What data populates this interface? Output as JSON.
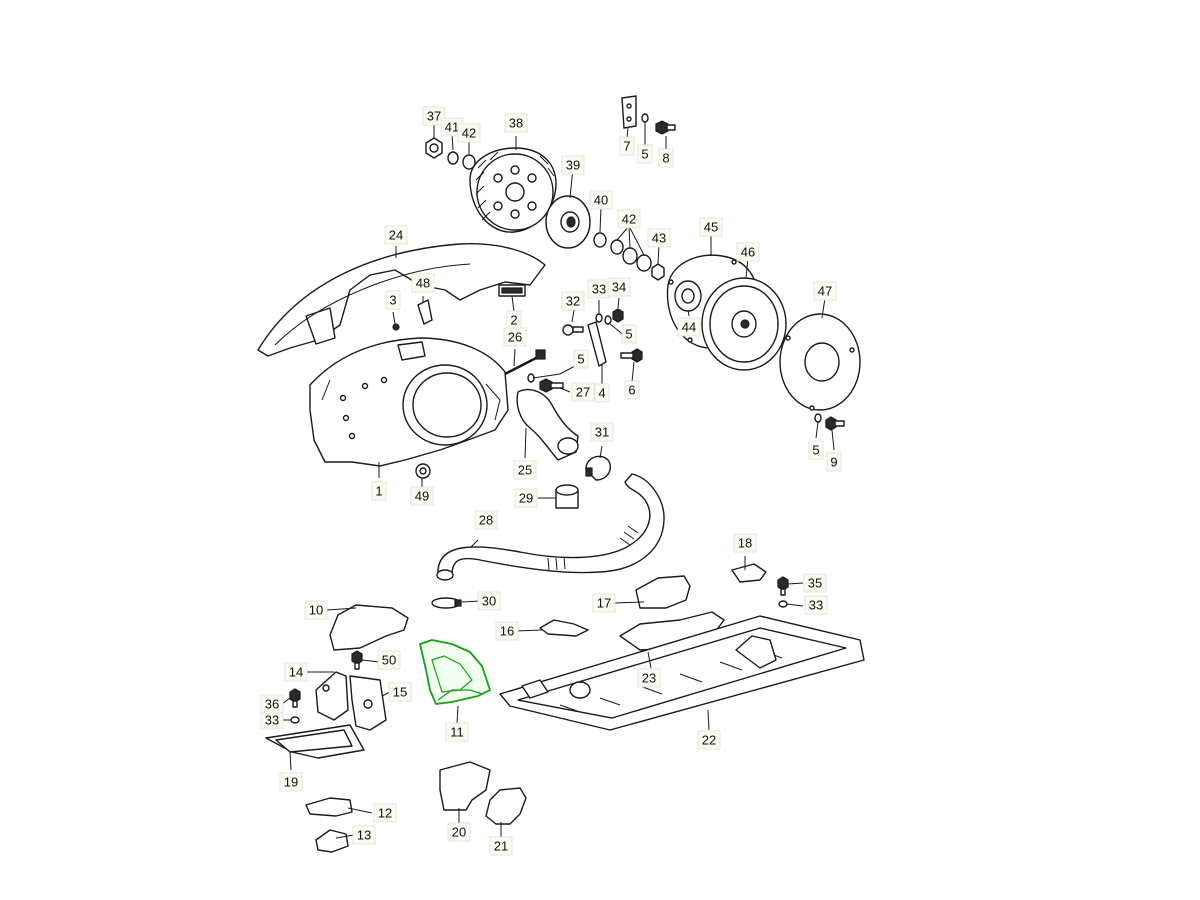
{
  "diagram": {
    "highlight_color": "#14a014",
    "callouts": [
      "1",
      "2",
      "3",
      "4",
      "5",
      "5",
      "5",
      "5",
      "6",
      "7",
      "8",
      "9",
      "10",
      "11",
      "12",
      "13",
      "14",
      "15",
      "16",
      "17",
      "18",
      "19",
      "20",
      "21",
      "22",
      "23",
      "24",
      "25",
      "26",
      "27",
      "28",
      "29",
      "30",
      "31",
      "32",
      "33",
      "33",
      "33",
      "34",
      "35",
      "36",
      "37",
      "38",
      "39",
      "40",
      "41",
      "42",
      "42",
      "43",
      "44",
      "45",
      "46",
      "47",
      "48",
      "49",
      "50"
    ],
    "highlighted_part": "11"
  }
}
